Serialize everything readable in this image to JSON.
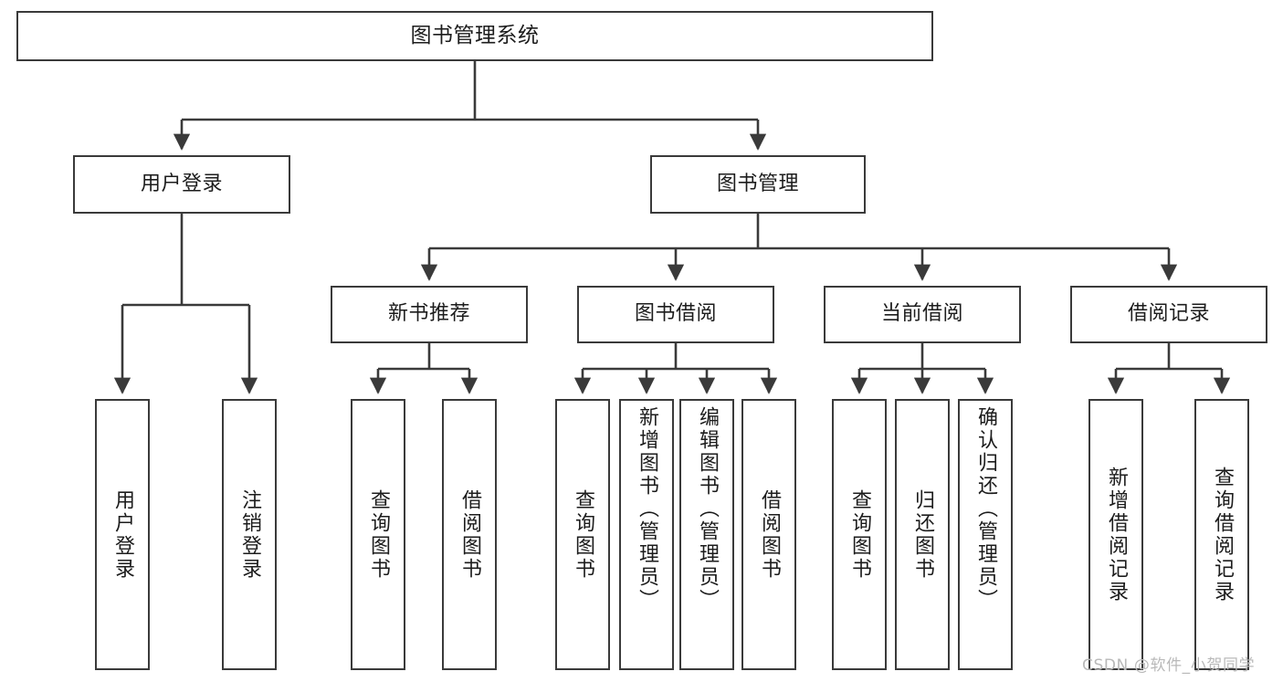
{
  "diagram": {
    "title": "图书管理系统",
    "type": "tree-hierarchy-diagram",
    "colors": {
      "stroke": "#3a3a3a",
      "fill": "#ffffff",
      "text": "#1c1c1c",
      "watermark": "#b9b9b9"
    },
    "root": {
      "label": "图书管理系统"
    },
    "level2": [
      {
        "label": "用户登录"
      },
      {
        "label": "图书管理"
      }
    ],
    "level3": [
      {
        "label": "新书推荐"
      },
      {
        "label": "图书借阅"
      },
      {
        "label": "当前借阅"
      },
      {
        "label": "借阅记录"
      }
    ],
    "leaves": {
      "user_login": [
        {
          "label": "用户登录"
        },
        {
          "label": "注销登录"
        }
      ],
      "new_book_recommend": [
        {
          "label": "查询图书"
        },
        {
          "label": "借阅图书"
        }
      ],
      "book_borrow": [
        {
          "label": "查询图书"
        },
        {
          "label": "新增图书（管理员）"
        },
        {
          "label": "编辑图书（管理员）"
        },
        {
          "label": "借阅图书"
        }
      ],
      "current_borrow": [
        {
          "label": "查询图书"
        },
        {
          "label": "归还图书"
        },
        {
          "label": "确认归还（管理员）"
        }
      ],
      "borrow_record": [
        {
          "label": "新增借阅记录"
        },
        {
          "label": "查询借阅记录"
        }
      ]
    }
  },
  "watermark": {
    "text": "CSDN @软件_小贺同学"
  }
}
